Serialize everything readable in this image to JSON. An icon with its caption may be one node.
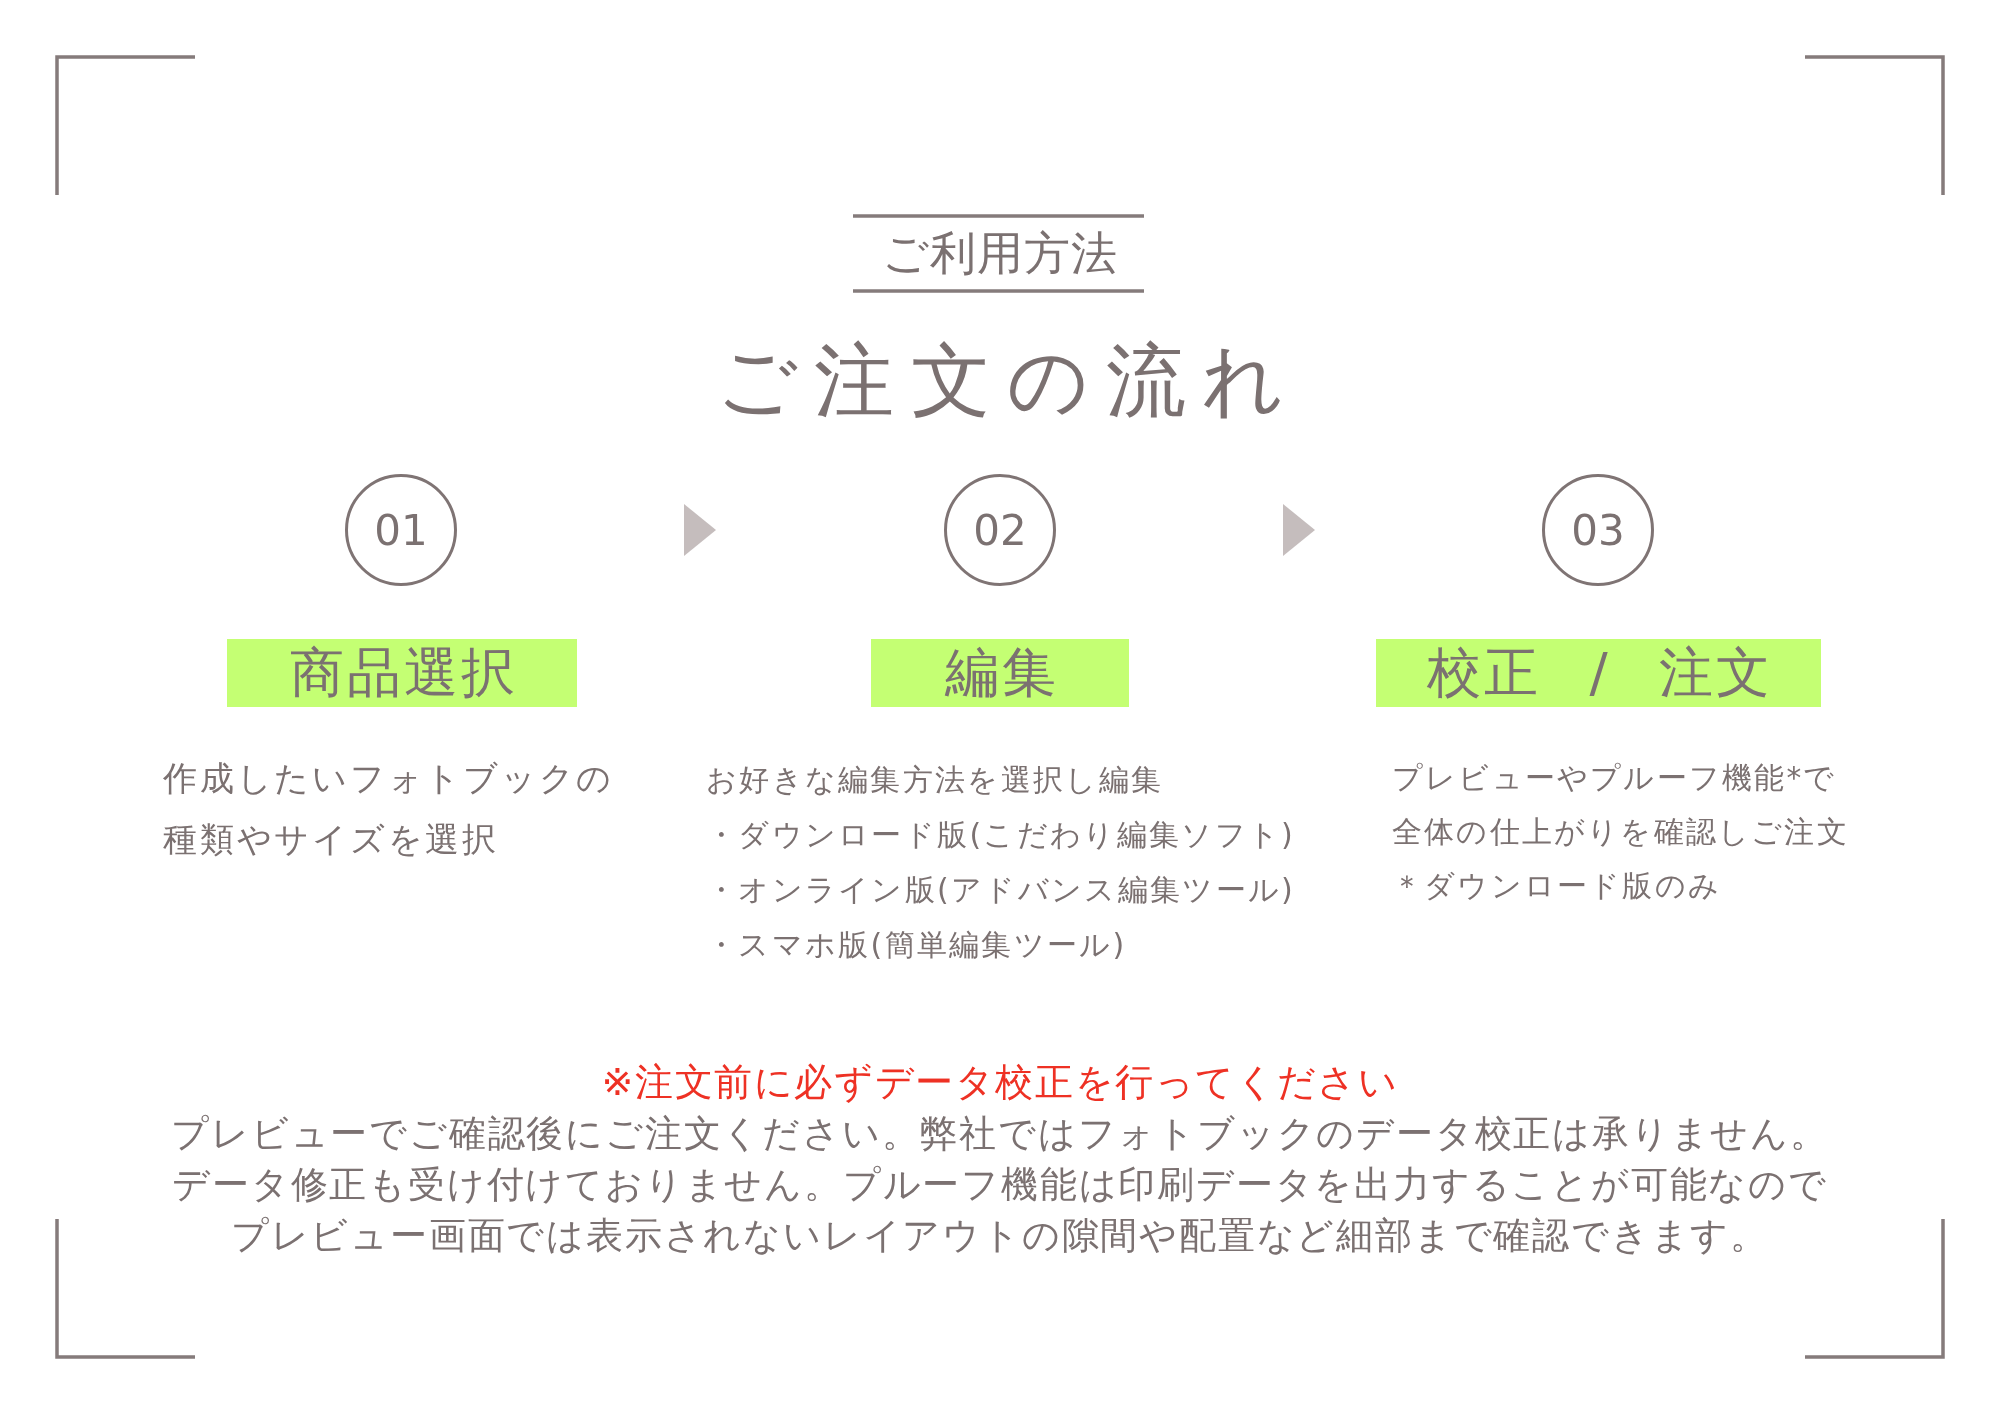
{
  "diagram": {
    "title": "ご注文の流れ",
    "nodes": [
      {
        "text": [
          "01"
        ]
      },
      {
        "text": [
          "02"
        ]
      },
      {
        "text": [
          "03"
        ]
      },
      {
        "text": [
          "商品選択"
        ],
        "beside": [
          "作成したいフォトブックの種類やサイズを選択"
        ]
      },
      {
        "text": [
          "編集"
        ],
        "beside": [
          "お好きな編集方法を選択し編集",
          "・ダウンロード版(こだわり編集ソフト)",
          "・オンライン版(アドバンス編集ツール)",
          "・スマホ版(簡単編集ツール)"
        ]
      },
      {
        "text": [
          "校正 / 注文"
        ],
        "beside": [
          "プレビューやプルーフ機能*で全体の仕上がりを確認しご注文",
          "＊ダウンロード版のみ"
        ]
      }
    ],
    "labels": [
      "ご利用方法",
      "※注文前に必ずデータ校正を行ってください",
      "プレビューでご確認後にご注文ください。弊社ではフォトブックのデータ校正は承りません。データ修正も受け付けておりません。プルーフ機能は印刷データを出力することが可能なのでプレビュー画面では表示されないレイアウトの隙間や配置など細部まで確認できます。"
    ]
  }
}
